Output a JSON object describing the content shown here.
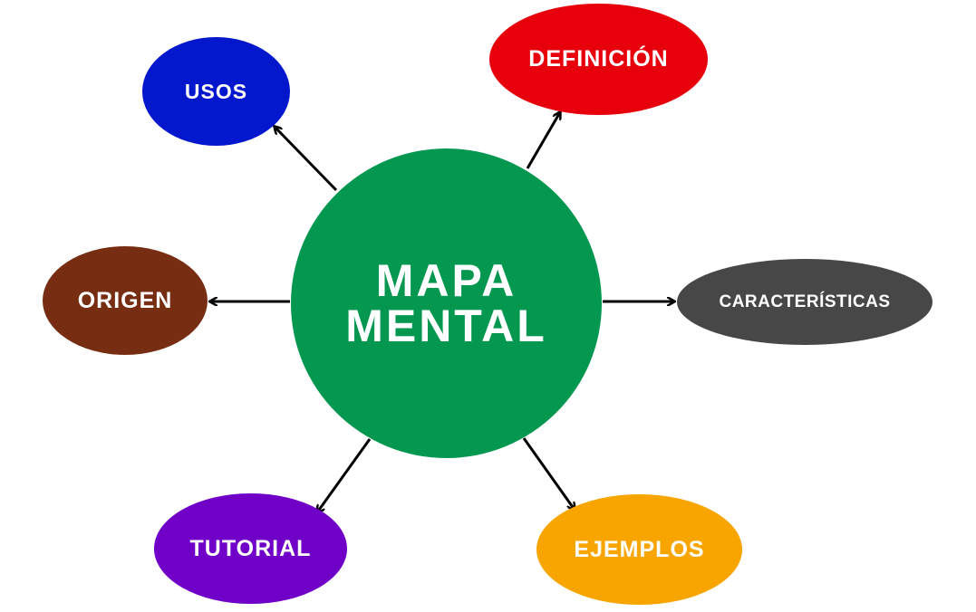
{
  "central_node": {
    "label": "MAPA\nMENTAL",
    "color": "#04974f"
  },
  "branches": [
    {
      "id": "usos",
      "label": "USOS",
      "color": "#0317cc"
    },
    {
      "id": "definicion",
      "label": "DEFINICIÓN",
      "color": "#e7000b"
    },
    {
      "id": "origen",
      "label": "ORIGEN",
      "color": "#762d12"
    },
    {
      "id": "caracteristicas",
      "label": "CARACTERÍSTICAS",
      "color": "#474747"
    },
    {
      "id": "tutorial",
      "label": "TUTORIAL",
      "color": "#7000c8"
    },
    {
      "id": "ejemplos",
      "label": "EJEMPLOS",
      "color": "#f8a500"
    }
  ],
  "connector_color": "#000000"
}
